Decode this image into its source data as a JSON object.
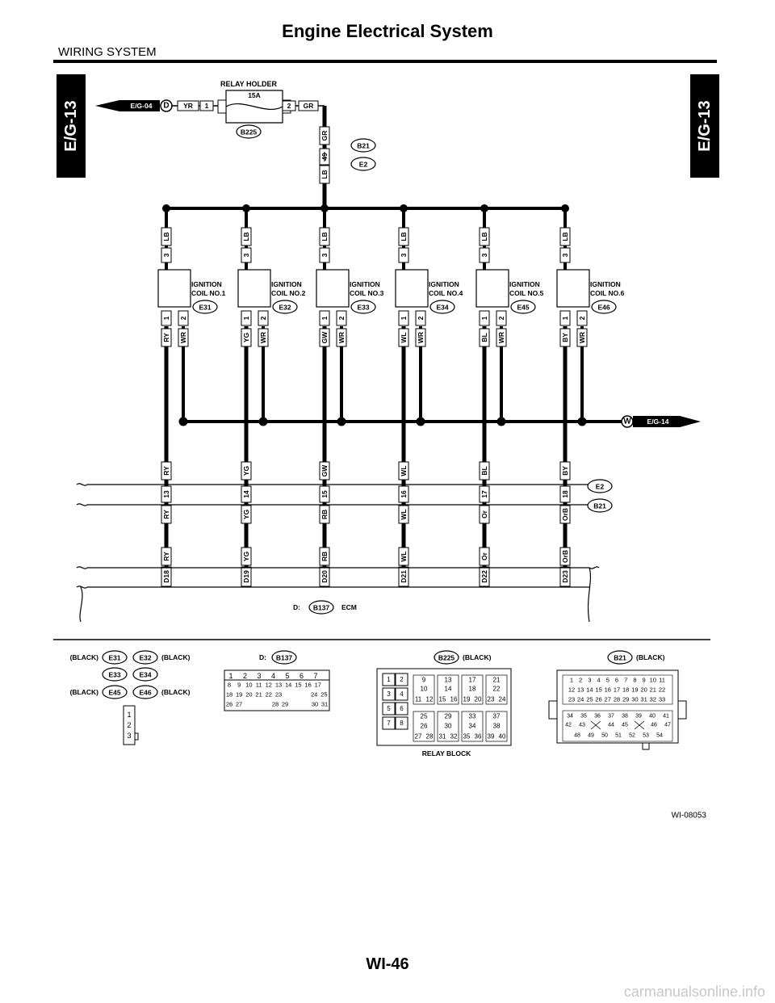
{
  "header": {
    "title": "Engine Electrical System",
    "subtitle": "WIRING SYSTEM"
  },
  "tabs": {
    "left": "E/G-13",
    "right": "E/G-13"
  },
  "relay_holder": {
    "title": "RELAY HOLDER",
    "fuse": "15A",
    "connector": "B225",
    "in_ref": "E/G-04",
    "in_letter": "D",
    "in_wire": "YR",
    "in_pin": "1",
    "out_pin": "2",
    "out_wire": "GR"
  },
  "feed": {
    "wire_top": "GR",
    "pin": "49",
    "wire_bottom": "LB",
    "conn_a": "B21",
    "conn_b": "E2"
  },
  "coils": [
    {
      "title1": "IGNITION",
      "title2": "COIL NO.1",
      "conn": "E31",
      "top_wire": "LB",
      "top_pin": "3",
      "pin1": "1",
      "pin2": "2",
      "sig": "RY",
      "gnd": "WR",
      "bus_wire": "RY",
      "bus_pin": "13",
      "bus_low": "RY",
      "ecm_wire": "RY",
      "ecm_pin": "D18"
    },
    {
      "title1": "IGNITION",
      "title2": "COIL NO.2",
      "conn": "E32",
      "top_wire": "LB",
      "top_pin": "3",
      "pin1": "1",
      "pin2": "2",
      "sig": "YG",
      "gnd": "WR",
      "bus_wire": "YG",
      "bus_pin": "14",
      "bus_low": "YG",
      "ecm_wire": "YG",
      "ecm_pin": "D19"
    },
    {
      "title1": "IGNITION",
      "title2": "COIL NO.3",
      "conn": "E33",
      "top_wire": "LB",
      "top_pin": "3",
      "pin1": "1",
      "pin2": "2",
      "sig": "GW",
      "gnd": "WR",
      "bus_wire": "GW",
      "bus_pin": "15",
      "bus_low": "RB",
      "ecm_wire": "RB",
      "ecm_pin": "D20"
    },
    {
      "title1": "IGNITION",
      "title2": "COIL NO.4",
      "conn": "E34",
      "top_wire": "LB",
      "top_pin": "3",
      "pin1": "1",
      "pin2": "2",
      "sig": "WL",
      "gnd": "WR",
      "bus_wire": "WL",
      "bus_pin": "16",
      "bus_low": "WL",
      "ecm_wire": "WL",
      "ecm_pin": "D21"
    },
    {
      "title1": "IGNITION",
      "title2": "COIL NO.5",
      "conn": "E45",
      "top_wire": "LB",
      "top_pin": "3",
      "pin1": "1",
      "pin2": "2",
      "sig": "BL",
      "gnd": "WR",
      "bus_wire": "BL",
      "bus_pin": "17",
      "bus_low": "Or",
      "ecm_wire": "Or",
      "ecm_pin": "D22"
    },
    {
      "title1": "IGNITION",
      "title2": "COIL NO.6",
      "conn": "E46",
      "top_wire": "LB",
      "top_pin": "3",
      "pin1": "1",
      "pin2": "2",
      "sig": "BY",
      "gnd": "WR",
      "bus_wire": "BY",
      "bus_pin": "18",
      "bus_low": "OrB",
      "ecm_wire": "OrB",
      "ecm_pin": "D23"
    }
  ],
  "ground_ref": {
    "letter": "W",
    "ref": "E/G-14"
  },
  "bus_conns": {
    "a": "E2",
    "b": "B21"
  },
  "ecm": {
    "prefix": "D:",
    "conn": "B137",
    "name": "ECM"
  },
  "legend": {
    "coil_conns": {
      "black": "(BLACK)",
      "c1": "E31",
      "c2": "E32",
      "c3": "E33",
      "c4": "E34",
      "c5": "E45",
      "c6": "E46",
      "pins": [
        "1",
        "2",
        "3"
      ]
    },
    "ecm_conn": {
      "prefix": "D:",
      "conn": "B137",
      "rows": [
        [
          "1",
          "2",
          "3",
          "4",
          "5",
          "6",
          "7"
        ],
        [
          "8",
          "9",
          "10",
          "11",
          "12",
          "13",
          "14",
          "15",
          "16",
          "17"
        ],
        [
          "18",
          "19",
          "20",
          "21",
          "22",
          "23",
          "24",
          "25"
        ],
        [
          "26",
          "27",
          "28",
          "29",
          "30",
          "31"
        ]
      ]
    },
    "relay_conn": {
      "conn": "B225",
      "color": "(BLACK)",
      "caption": "RELAY BLOCK",
      "pins": [
        "1",
        "2",
        "3",
        "4",
        "5",
        "6",
        "7",
        "8",
        "9",
        "10",
        "11",
        "12",
        "13",
        "14",
        "15",
        "16",
        "17",
        "18",
        "19",
        "20",
        "21",
        "22",
        "23",
        "24",
        "25",
        "26",
        "27",
        "28",
        "29",
        "30",
        "31",
        "32",
        "33",
        "34",
        "35",
        "36",
        "37",
        "38",
        "39",
        "40"
      ]
    },
    "b21_conn": {
      "conn": "B21",
      "color": "(BLACK)",
      "rows": [
        [
          "1",
          "2",
          "3",
          "4",
          "5",
          "6",
          "7",
          "8",
          "9",
          "10",
          "11"
        ],
        [
          "12",
          "13",
          "14",
          "15",
          "16",
          "17",
          "18",
          "19",
          "20",
          "21",
          "22"
        ],
        [
          "23",
          "24",
          "25",
          "26",
          "27",
          "28",
          "29",
          "30",
          "31",
          "32",
          "33"
        ],
        [
          "34",
          "35",
          "36",
          "37",
          "38",
          "39",
          "40",
          "41"
        ],
        [
          "42",
          "43",
          "44",
          "45",
          "46",
          "47"
        ],
        [
          "48",
          "49",
          "50",
          "51",
          "52",
          "53",
          "54"
        ]
      ]
    }
  },
  "figure_id": "WI-08053",
  "footer": {
    "page": "WI-46"
  },
  "watermark": "carmanualsonline.info"
}
